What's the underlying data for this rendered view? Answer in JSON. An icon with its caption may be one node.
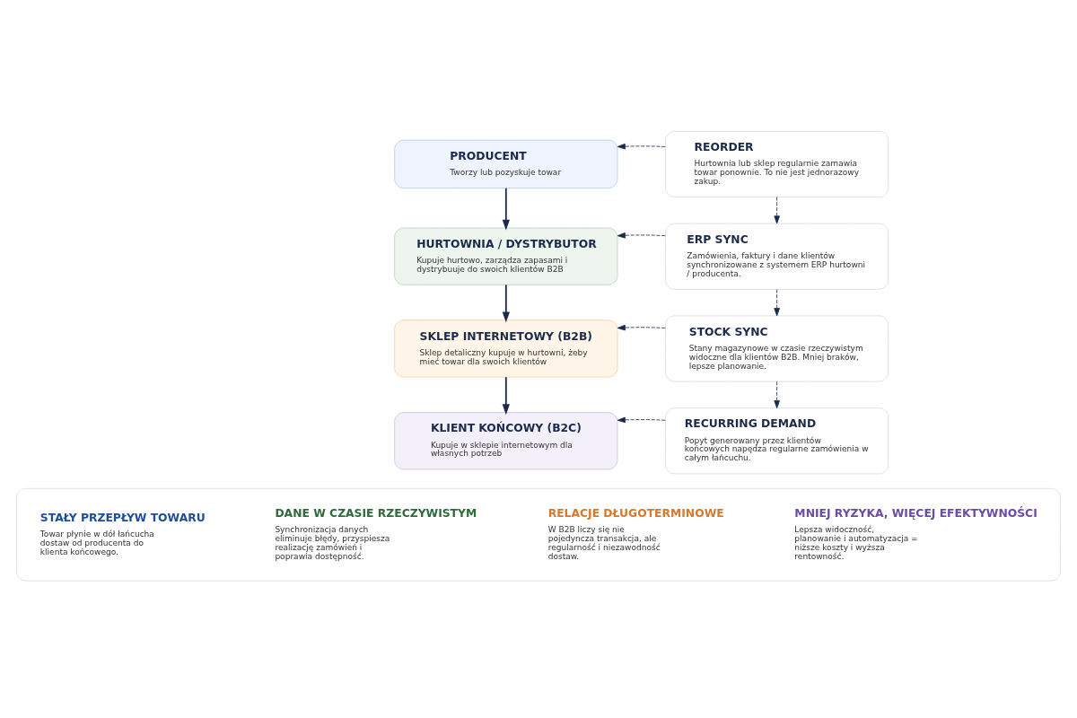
{
  "diagram": {
    "nodes": [
      {
        "text": [
          "PRODUCENT",
          "Tworzy lub pozyskuje towar"
        ]
      },
      {
        "text": [
          "HURTOWNIA / DYSTRYBUTOR",
          "Kupuje hurtowo, zarządza zapasami i dystrybuuje do swoich klientów B2B"
        ]
      },
      {
        "text": [
          "SKLEP INTERNETOWY (B2B)",
          "Sklep detaliczny kupuje w hurtowni, żeby mieć towar dla swoich klientów"
        ]
      },
      {
        "text": [
          "KLIENT KOŃCOWY (B2C)",
          "Kupuje w sklepie internetowym dla własnych potrzeb"
        ]
      },
      {
        "text": [
          "REORDER",
          "Hurtownia lub sklep regularnie zamawia towar ponownie. To nie jest jednorazowy zakup."
        ]
      },
      {
        "text": [
          "ERP SYNC",
          "Zamówienia, faktury i dane klientów synchronizowane z systemem ERP hurtowni / producenta."
        ]
      },
      {
        "text": [
          "STOCK SYNC",
          "Stany magazynowe w czasie rzeczywistym widoczne dla klientów B2B. Mniej braków, lepsze planowanie."
        ]
      },
      {
        "text": [
          "RECURRING DEMAND",
          "Popyt generowany przez klientów końcowych napędza regularne zamówienia w całym łańcuchu."
        ]
      },
      {
        "text": [],
        "shape": "box"
      },
      {
        "text": [
          "STAŁY PRZEPŁYW TOWARU",
          "Towar płynie w dół łańcucha dostaw od producenta do klienta końcowego."
        ],
        "in": 8
      },
      {
        "text": [
          "DANE W CZASIE RZECZYWISTYM",
          "Synchronizacja danych eliminuje błędy, przyspiesza realizację zamówień i poprawia dostępność."
        ],
        "in": 8
      },
      {
        "text": [
          "RELACJE DŁUGOTERMINOWE",
          "W B2B liczy się nie pojedyncza transakcja, ale regularność i niezawodność dostaw."
        ],
        "in": 8
      },
      {
        "text": [
          "MNIEJ RYZYKA, WIĘCEJ EFEKTYWNOŚCI",
          "Lepsza widoczność, planowanie i automatyzacja = niższe koszty i wyższa rentowność."
        ],
        "in": 8
      }
    ],
    "edges": [
      {
        "from": 0,
        "to": 1,
        "arrow": "to"
      },
      {
        "from": 1,
        "to": 2,
        "arrow": "to"
      },
      {
        "from": 2,
        "to": 3,
        "arrow": "to"
      },
      {
        "from": 4,
        "to": 0,
        "arrow": "to",
        "style": "dashed"
      },
      {
        "from": 4,
        "to": 5,
        "arrow": "to",
        "style": "dashed"
      },
      {
        "from": 5,
        "to": 1,
        "arrow": "to",
        "style": "dashed"
      },
      {
        "from": 5,
        "to": 6,
        "arrow": "to",
        "style": "dashed"
      },
      {
        "from": 6,
        "to": 2,
        "arrow": "to",
        "style": "dashed"
      },
      {
        "from": 6,
        "to": 7,
        "arrow": "to",
        "style": "dashed"
      },
      {
        "from": 7,
        "to": 3,
        "arrow": "to",
        "style": "dashed"
      }
    ]
  }
}
